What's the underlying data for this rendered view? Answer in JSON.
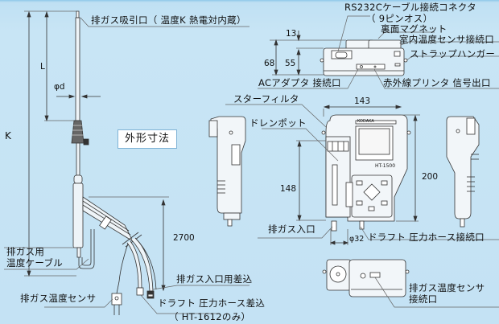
{
  "title": "外形寸法",
  "labels": {
    "probe_inlet": "排ガス吸引口（ 温度K 熱電対内蔵）",
    "rs232c": "RS232Cケーブル接続コネクタ",
    "rs232c_sub": "（ 9ピンオス）",
    "magnet": "裏面マグネット",
    "room_temp": "室内温度センサ接続口",
    "strap": "ストラップハンガー",
    "ac_adapter": "ACアダプタ 接続口",
    "ir_printer": "赤外線プリンタ 信号出口",
    "star_filter": "スターフィルタ",
    "drain_pot": "ドレンポット",
    "exhaust_inlet": "排ガス入口",
    "draft_port": "ドラフト 圧力ホース接続口",
    "exhaust_temp_cable_1": "排ガス用",
    "exhaust_temp_cable_2": "温度ケーブル",
    "exhaust_inlet_plug": "排ガス入口用差込",
    "exhaust_temp_sensor": "排ガス温度センサ",
    "draft_plug": "ドラフト 圧力ホース差込",
    "draft_plug_note": "（ HT-1612のみ）",
    "exhaust_temp_port_1": "排ガス温度センサ",
    "exhaust_temp_port_2": "接続口",
    "brand": "KODAKA",
    "model": "HT-1500"
  },
  "dimensions": {
    "K": "K",
    "L": "L",
    "d": "φd",
    "d13": "13",
    "d68": "68",
    "d55": "55",
    "d143": "143",
    "d200": "200",
    "d148": "148",
    "d32": "φ32",
    "d2700": "2700"
  }
}
